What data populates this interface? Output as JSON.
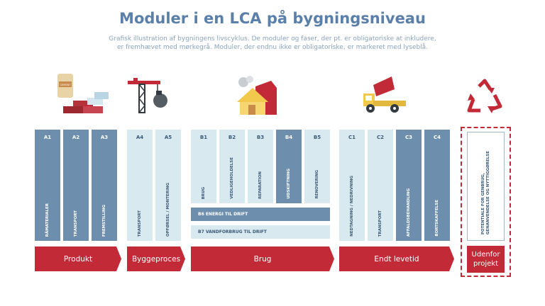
{
  "title": "Moduler i en LCA på bygningsniveau",
  "subtitle": "Grafisk illustration af bygningens livscyklus. De moduler og faser, der pt. er obligatoriske at inkludere, er fremhævet med mørkegrå. Moduler, der endnu ikke er obligatoriske, er markeret med lyseblå.",
  "icons": {
    "product": "cement-bricks-icon",
    "construction": "crane-icon",
    "use": "house-icon",
    "endoflife": "dump-truck-icon",
    "outside": "recycle-icon"
  },
  "icon_text": {
    "cement": "CEMENT"
  },
  "colors": {
    "dark": "#6d8fad",
    "light": "#d8e9f0",
    "accent": "#c12a36",
    "title": "#5a7fa8"
  },
  "modules": {
    "A1": {
      "code": "A1",
      "label": "RÅMATERIALER"
    },
    "A2": {
      "code": "A2",
      "label": "TRANSPORT"
    },
    "A3": {
      "code": "A3",
      "label": "FREMSTILLING"
    },
    "A4": {
      "code": "A4",
      "label": "TRANSPORT"
    },
    "A5": {
      "code": "A5",
      "label": "OPFØRSEL / MONTERING"
    },
    "B1": {
      "code": "B1",
      "label": "BRUG"
    },
    "B2": {
      "code": "B2",
      "label": "VEDLIGEHOLDELSE"
    },
    "B3": {
      "code": "B3",
      "label": "REPARATION"
    },
    "B4": {
      "code": "B4",
      "label": "UDSKIFTNING"
    },
    "B5": {
      "code": "B5",
      "label": "RENOVERING"
    },
    "C1": {
      "code": "C1",
      "label": "NEDTAGNING / NEDRIVNING"
    },
    "C2": {
      "code": "C2",
      "label": "TRANSPORT"
    },
    "C3": {
      "code": "C3",
      "label": "AFFALDSBEHANDLING"
    },
    "C4": {
      "code": "C4",
      "label": "BORTSKAFFELSE"
    }
  },
  "bars": {
    "B6": "B6  ENERGI TIL DRIFT",
    "B7": "B7  VANDFORBRUG TIL DRIFT"
  },
  "outside": {
    "label_line1": "POTENTIALE FOR GENBRUG,",
    "label_line2": "GENANVENDELSE OG NYTTIGGØRELSE",
    "stage_line1": "Udenfor",
    "stage_line2": "projekt"
  },
  "stages": {
    "product": "Produkt",
    "construction": "Byggeproces",
    "use": "Brug",
    "endoflife": "Endt levetid"
  }
}
